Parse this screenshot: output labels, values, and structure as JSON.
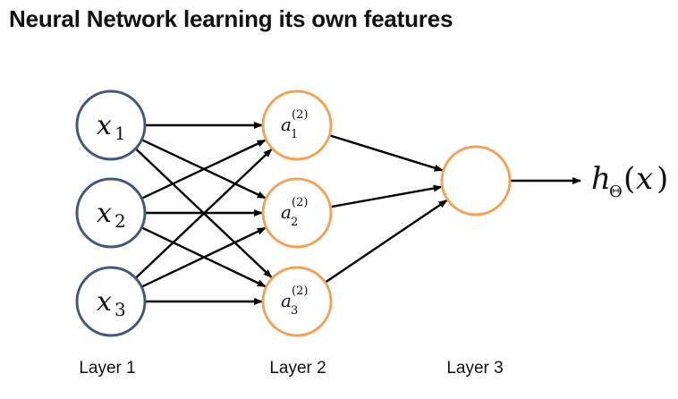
{
  "title": "Neural Network learning its own features",
  "colors": {
    "input_node_stroke": "#44587a",
    "hidden_node_stroke": "#f0a45a",
    "edge": "#000000"
  },
  "nodes": {
    "inputs": [
      {
        "var": "x",
        "sub": "1"
      },
      {
        "var": "x",
        "sub": "2"
      },
      {
        "var": "x",
        "sub": "3"
      }
    ],
    "hidden": [
      {
        "var": "a",
        "sub": "1",
        "sup": "(2)"
      },
      {
        "var": "a",
        "sub": "2",
        "sup": "(2)"
      },
      {
        "var": "a",
        "sub": "3",
        "sup": "(2)"
      }
    ],
    "output_label": {
      "var": "h",
      "sub": "Θ",
      "open": "(",
      "arg": "x",
      "close": ")"
    }
  },
  "layers": [
    "Layer 1",
    "Layer 2",
    "Layer 3"
  ]
}
